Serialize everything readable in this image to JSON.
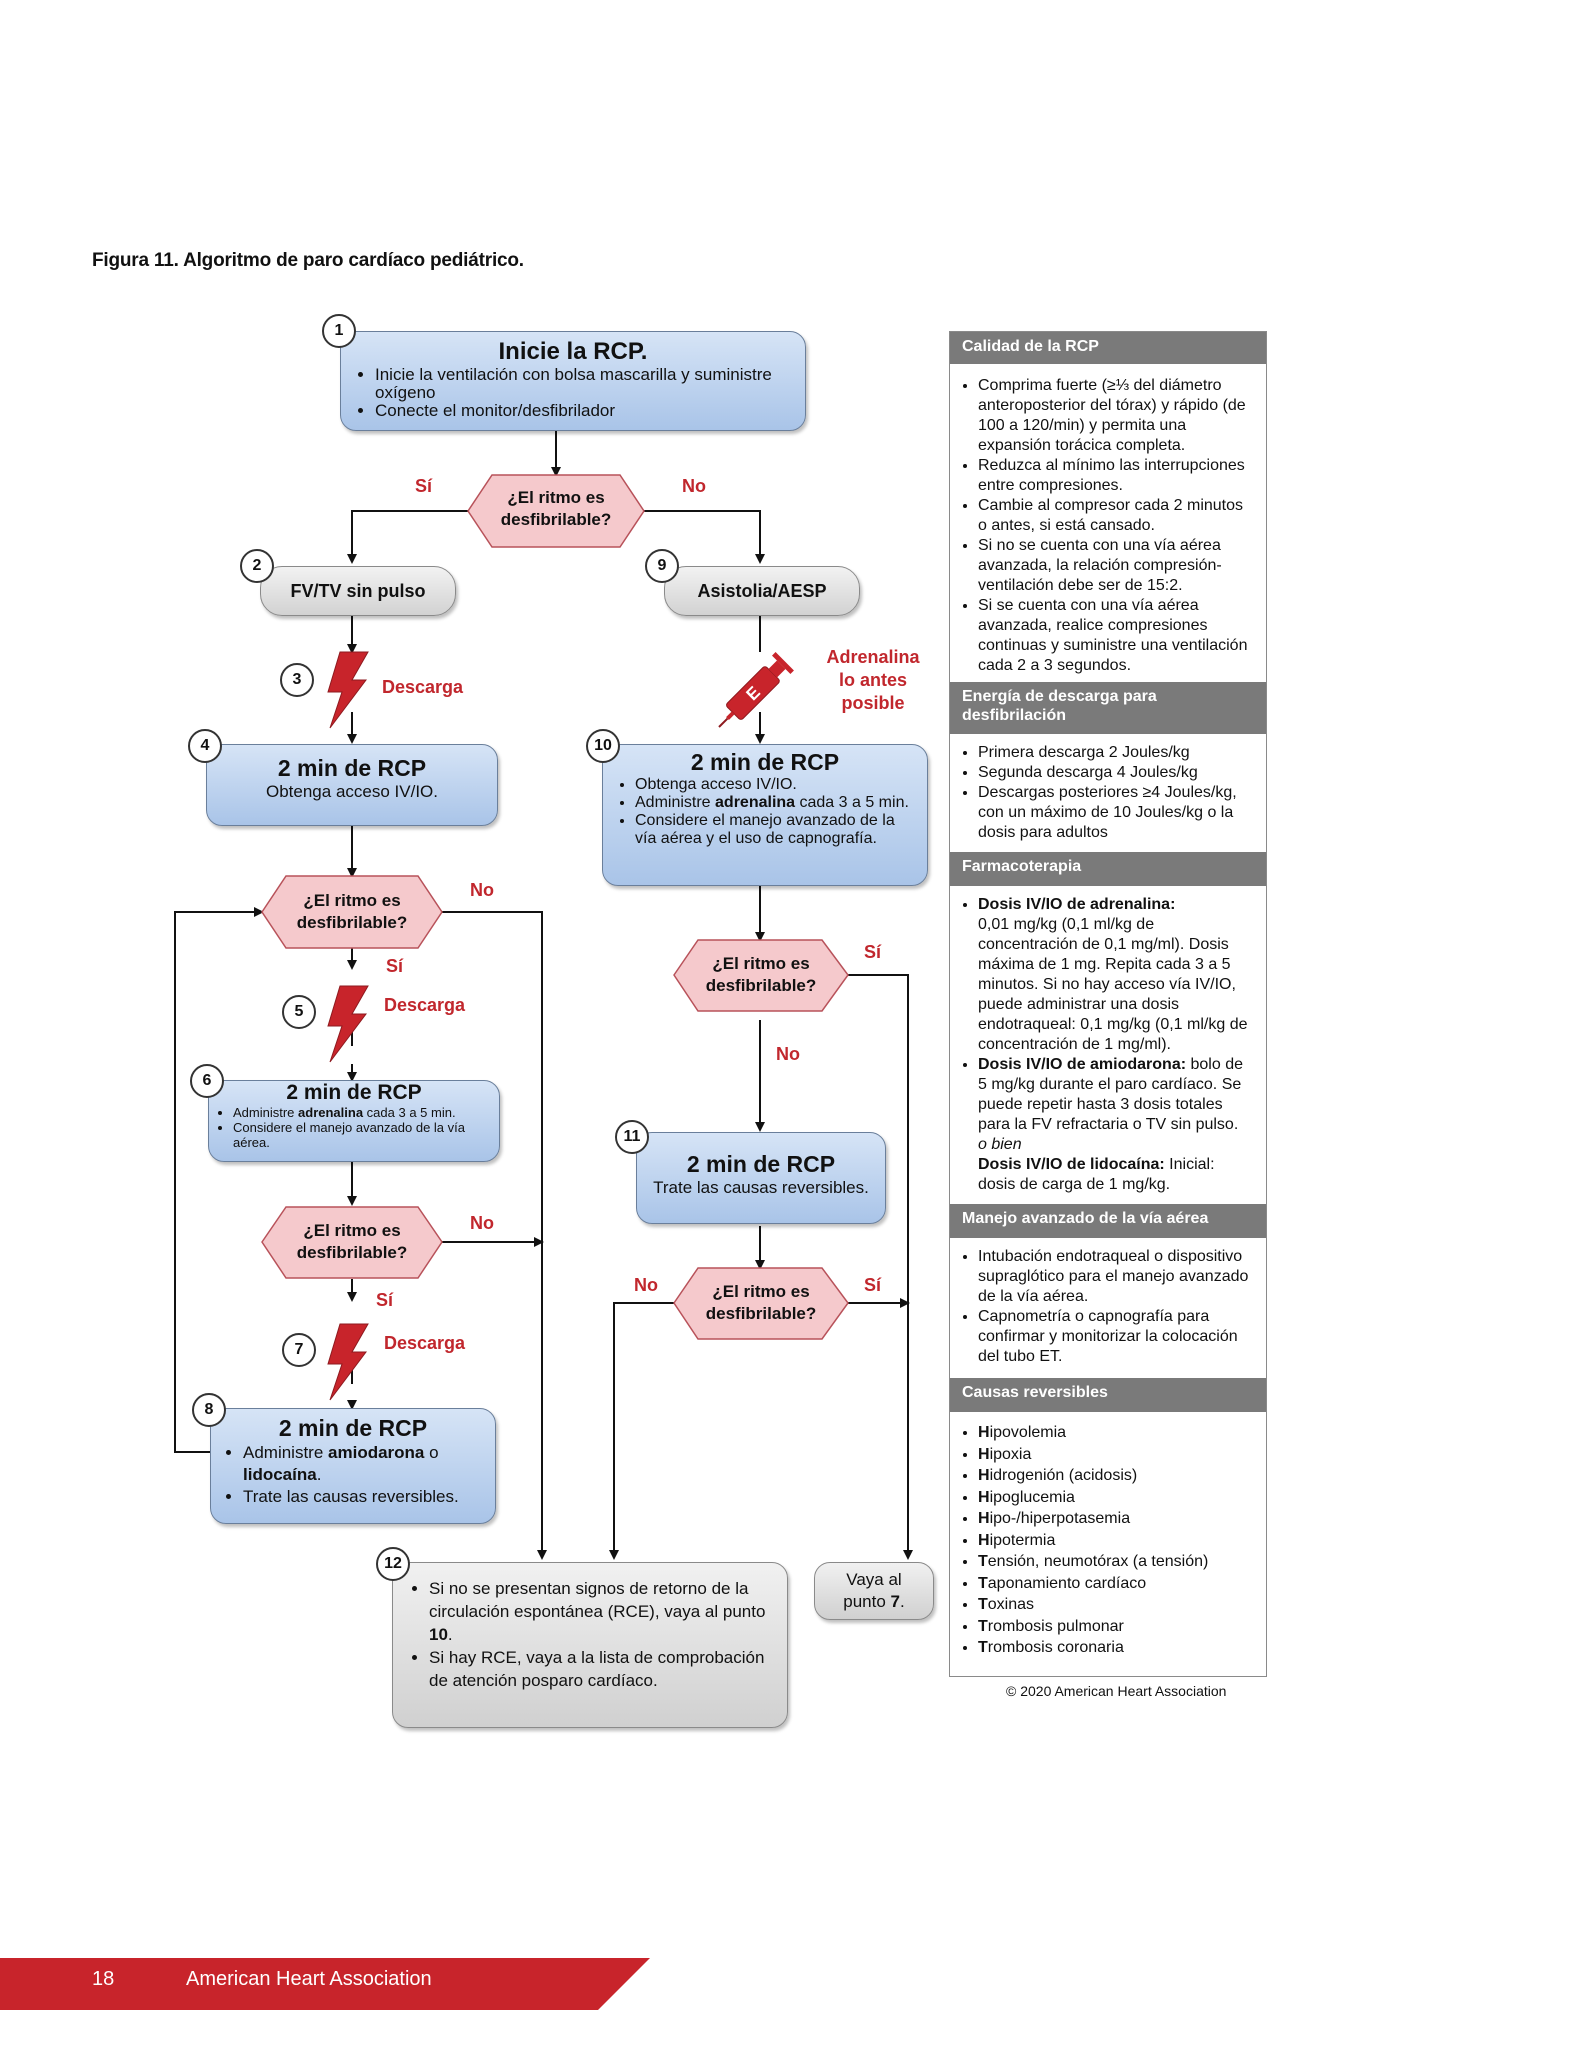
{
  "figure_title": "Figura 11.  Algoritmo de paro cardíaco pediátrico.",
  "box1": {
    "num": "1",
    "title": "Inicie la RCP.",
    "items": [
      "Inicie la ventilación con bolsa mascarilla y suministre oxígeno",
      "Conecte el monitor/desfibrilador"
    ]
  },
  "decision": "¿El ritmo es desfibrilable?",
  "yes": "Sí",
  "no": "No",
  "box2": {
    "num": "2",
    "label": "FV/TV sin pulso"
  },
  "box9": {
    "num": "9",
    "label": "Asistolia/AESP"
  },
  "shock": "Descarga",
  "num3": "3",
  "num5": "5",
  "num7": "7",
  "adrenaline_note": "Adrenalina lo antes posible",
  "box4": {
    "num": "4",
    "title": "2 min de RCP",
    "sub": "Obtenga acceso IV/IO."
  },
  "box10": {
    "num": "10",
    "title": "2 min de RCP",
    "item1": "Obtenga acceso IV/IO.",
    "item2_a": "Administre ",
    "item2_b": "adrenalina",
    "item2_c": " cada 3 a 5 min.",
    "item3": "Considere el manejo avanzado de la vía aérea y el uso de capnografía."
  },
  "box6": {
    "num": "6",
    "title": "2 min de RCP",
    "item1_a": "Administre ",
    "item1_b": "adrenalina",
    "item1_c": " cada 3 a 5 min.",
    "item2": "Considere el manejo avanzado de la vía aérea."
  },
  "box11": {
    "num": "11",
    "title": "2 min de RCP",
    "sub": "Trate las causas reversibles."
  },
  "box8": {
    "num": "8",
    "title": "2 min de RCP",
    "item1_a": "Administre ",
    "item1_b": "amiodarona",
    "item1_c": " o ",
    "item1_d": "lidocaína",
    "item1_e": ".",
    "item2": "Trate las causas reversibles."
  },
  "box12": {
    "num": "12",
    "item1_a": "Si no se presentan signos de retorno de la circulación espontánea (RCE), vaya al punto ",
    "item1_b": "10",
    "item1_c": ".",
    "item2": "Si hay RCE, vaya a la lista de comprobación de atención posparo cardíaco."
  },
  "goto7": {
    "a": "Vaya al",
    "b": "punto ",
    "c": "7",
    "d": "."
  },
  "side": {
    "h1": "Calidad de la RCP",
    "s1": [
      "Comprima fuerte (≥⅓ del diámetro anteroposterior del tórax) y rápido (de 100 a 120/min) y permita una expansión torácica completa.",
      "Reduzca al mínimo las interrupciones entre compresiones.",
      "Cambie al compresor cada 2 minutos o antes, si está cansado.",
      "Si no se cuenta con una vía aérea avanzada, la relación compresión-ventilación debe ser de 15:2.",
      "Si se cuenta con una vía aérea avanzada, realice compresiones continuas y suministre una ventilación cada 2 a 3 segundos."
    ],
    "h2": "Energía de descarga para desfibrilación",
    "s2": [
      "Primera descarga 2 Joules/kg",
      "Segunda descarga 4 Joules/kg",
      "Descargas posteriores ≥4 Joules/kg, con un máximo de 10 Joules/kg o la dosis para adultos"
    ],
    "h3": "Farmacoterapia",
    "s3a_b": "Dosis IV/IO de adrenalina:",
    "s3a": "0,01 mg/kg (0,1 ml/kg de concentración de 0,1 mg/ml). Dosis máxima de 1 mg. Repita cada 3 a 5 minutos. Si no hay acceso vía IV/IO, puede administrar una dosis endotraqueal: 0,1 mg/kg (0,1 ml/kg de concentración de 1 mg/ml).",
    "s3b_b": "Dosis IV/IO de amiodarona:",
    "s3b": " bolo de 5 mg/kg durante el paro cardíaco. Se puede repetir hasta 3 dosis totales para la FV refractaria o TV sin pulso.",
    "s3or": "o bien",
    "s3c_b": "Dosis IV/IO de lidocaína:",
    "s3c": " Inicial: dosis de carga de 1 mg/kg.",
    "h4": "Manejo avanzado de la vía aérea",
    "s4": [
      "Intubación endotraqueal o dispositivo supraglótico para el manejo avanzado de la vía aérea.",
      "Capnometría o capnografía para confirmar y monitorizar la colocación del tubo ET."
    ],
    "h5": "Causas reversibles",
    "s5": [
      [
        "H",
        "ipovolemia"
      ],
      [
        "H",
        "ipoxia"
      ],
      [
        "H",
        "idrogenión (acidosis)"
      ],
      [
        "H",
        "ipoglucemia"
      ],
      [
        "H",
        "ipo-/hiperpotasemia"
      ],
      [
        "H",
        "ipotermia"
      ],
      [
        "T",
        "ensión, neumotórax (a tensión)"
      ],
      [
        "T",
        "aponamiento cardíaco"
      ],
      [
        "T",
        "oxinas"
      ],
      [
        "T",
        "rombosis pulmonar"
      ],
      [
        "T",
        "rombosis coronaria"
      ]
    ]
  },
  "copyright": "© 2020 American Heart Association",
  "footer": {
    "page": "18",
    "org": "American Heart Association"
  }
}
